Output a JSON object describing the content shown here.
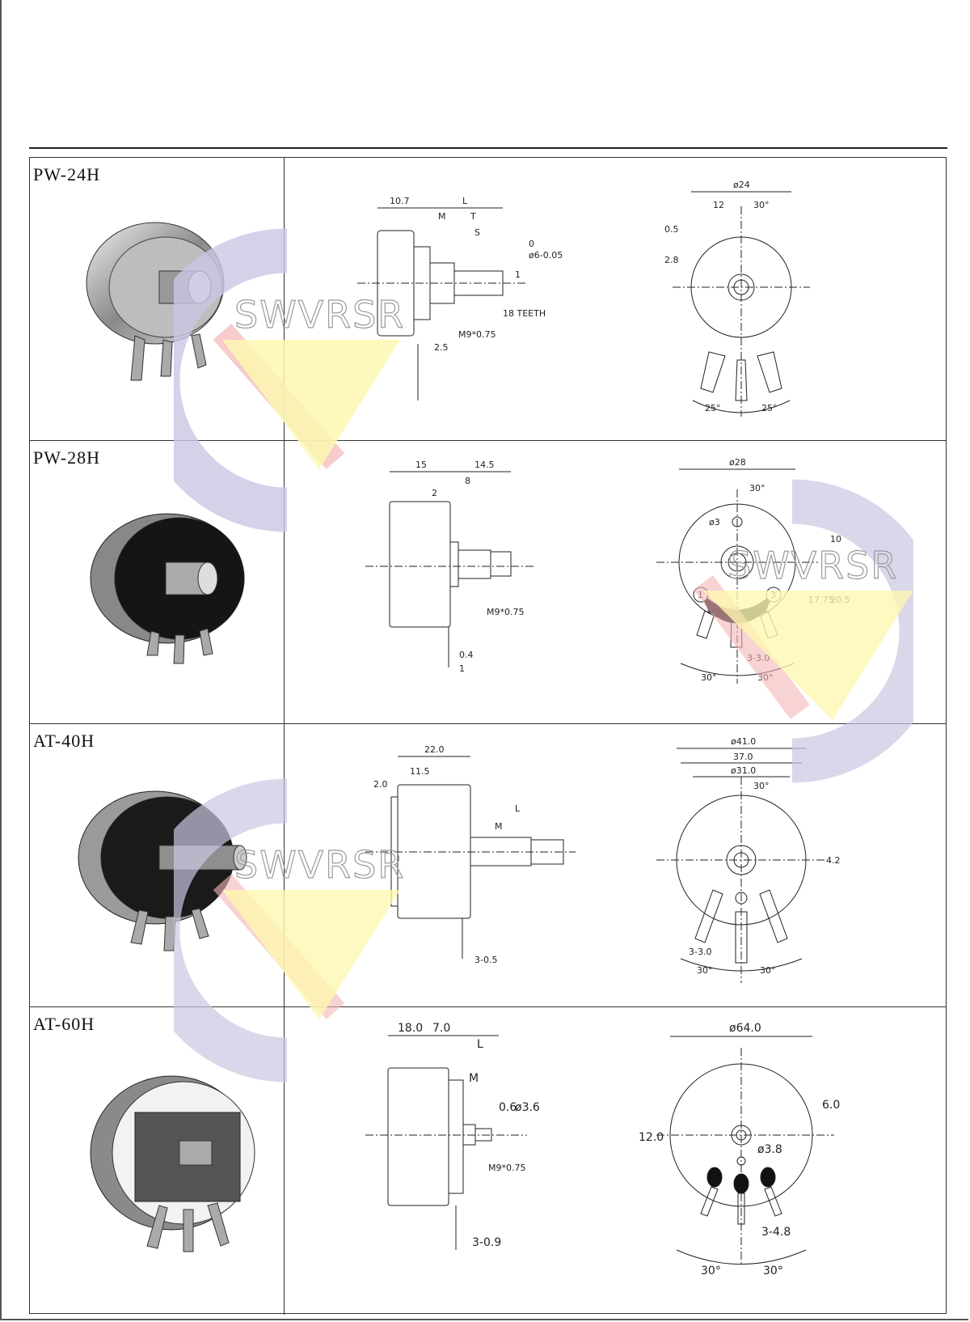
{
  "watermark": {
    "text": "SWVRSR",
    "colors": {
      "ring": "#c9c7e2",
      "triangle": "#fdf7b0",
      "stripe": "#f5b7b7"
    }
  },
  "rows": [
    {
      "model": "PW-24H",
      "side": {
        "d1": "10.7",
        "d2": "L",
        "d3": "M",
        "d4": "T",
        "d5": "S",
        "d6": "0",
        "d7": "ø6-0.05",
        "d8": "1",
        "d9": "18 TEETH",
        "d10": "M9*0.75",
        "d11": "2.5"
      },
      "front": {
        "d1": "ø24",
        "d2": "12",
        "d3": "30°",
        "d4": "0.5",
        "d5": "2.8",
        "d6": "25°",
        "d7": "25°"
      }
    },
    {
      "model": "PW-28H",
      "side": {
        "d1": "15",
        "d2": "14.5",
        "d3": "8",
        "d4": "2",
        "d5": "M9*0.75",
        "d6": "0.4",
        "d7": "1"
      },
      "front": {
        "d1": "ø28",
        "d2": "30°",
        "d3": "ø3",
        "d4": "10",
        "d5": "17.75",
        "d6": "20.5",
        "d7": "1",
        "d8": "3",
        "d9": "3-3.0",
        "d10": "30°",
        "d11": "30°"
      }
    },
    {
      "model": "AT-40H",
      "side": {
        "d1": "22.0",
        "d2": "11.5",
        "d3": "2.0",
        "d4": "L",
        "d5": "M",
        "d6": "3-0.5"
      },
      "front": {
        "d1": "ø41.0",
        "d2": "37.0",
        "d3": "ø31.0",
        "d4": "30°",
        "d5": "4.2",
        "d6": "3-3.0",
        "d7": "30°",
        "d8": "30°"
      }
    },
    {
      "model": "AT-60H",
      "side": {
        "d1": "18.0",
        "d2": "7.0",
        "d3": "L",
        "d4": "M",
        "d5": "0.6",
        "d6": "ø3.6",
        "d7": "M9*0.75",
        "d8": "3-0.9"
      },
      "front": {
        "d1": "ø64.0",
        "d2": "6.0",
        "d3": "12.0",
        "d4": "ø3.8",
        "d5": "3-4.8",
        "d6": "30°",
        "d7": "30°"
      }
    }
  ]
}
